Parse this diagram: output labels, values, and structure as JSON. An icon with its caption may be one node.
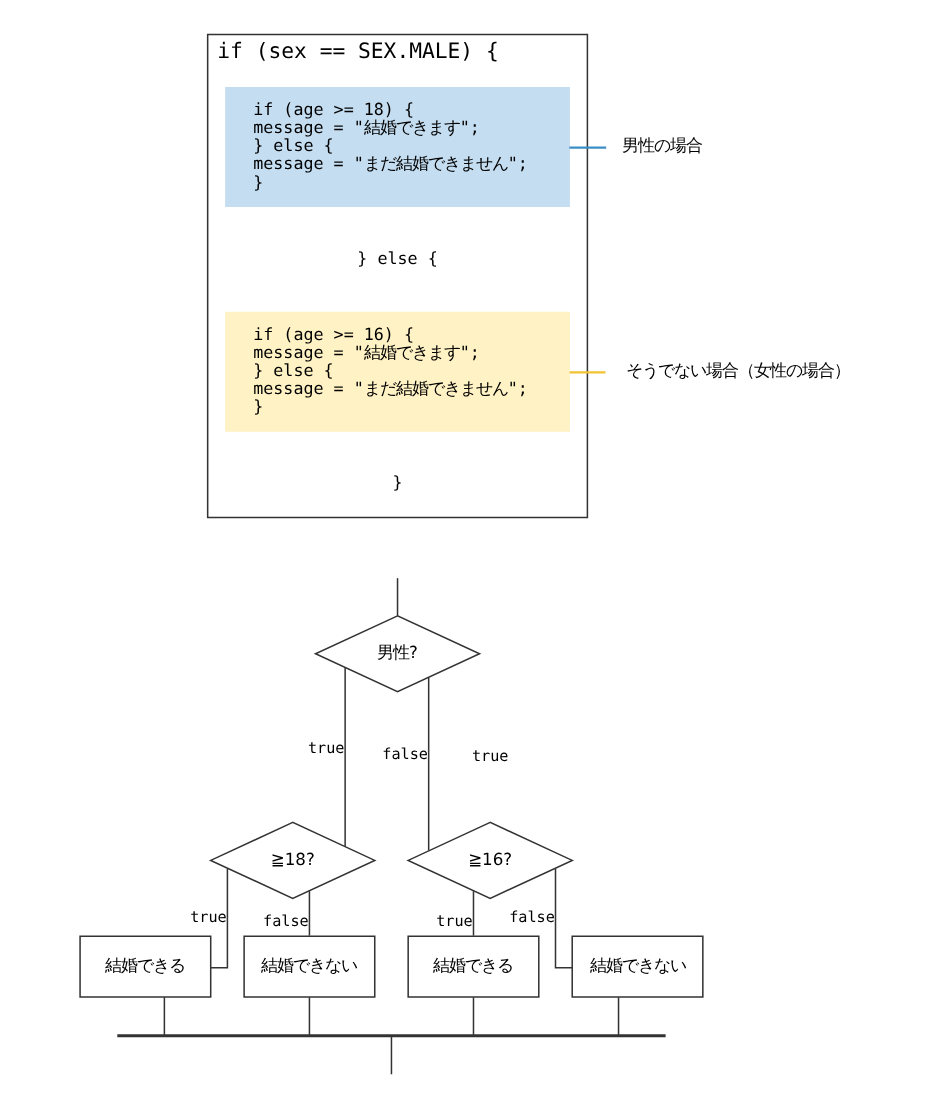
{
  "diagram": {
    "nodes": [
      {
        "text": [
          "if (sex == SEX.MALE) {",
          "} else {",
          "}"
        ]
      },
      {
        "text": [
          "if (age >= 18) {",
          "message = \"結婚できます\";",
          "} else {",
          "message = \"まだ結婚できません\";",
          "}"
        ],
        "in": 0
      },
      {
        "text": [
          "if (age >= 16) {",
          "message = \"結婚できます\";",
          "} else {",
          "message = \"まだ結婚できません\";",
          "}"
        ],
        "in": 0
      },
      {
        "text": [
          "男性の場合"
        ]
      },
      {
        "text": [
          "そうでない場合（女性の場合）"
        ]
      },
      {
        "text": [
          "男性?"
        ]
      },
      {
        "text": [
          "≧18?"
        ]
      },
      {
        "text": [
          "≧16?"
        ]
      },
      {
        "text": [
          "結婚できる"
        ]
      },
      {
        "text": [
          "結婚できない"
        ]
      },
      {
        "text": [
          "結婚できる"
        ]
      },
      {
        "text": [
          "結婚できない"
        ]
      },
      {
        "text": [],
        "shape": "bar"
      }
    ],
    "edges": [
      {
        "from": 3,
        "to": 1,
        "arrow": "none",
        "color": "#3b8fc6"
      },
      {
        "from": 4,
        "to": 2,
        "arrow": "none",
        "color": "#f2c230"
      },
      {
        "from": null,
        "to": 5,
        "arrow": "none"
      },
      {
        "from": 5,
        "to": 6,
        "arrow": "none",
        "label": "true"
      },
      {
        "from": 5,
        "to": 7,
        "arrow": "none",
        "label": "false"
      },
      {
        "from": 6,
        "to": 8,
        "arrow": "none",
        "label": "true"
      },
      {
        "from": 6,
        "to": 9,
        "arrow": "none",
        "label": "false"
      },
      {
        "from": 7,
        "to": 10,
        "arrow": "none",
        "label": "true"
      },
      {
        "from": 7,
        "to": 11,
        "arrow": "none",
        "label": "false"
      },
      {
        "from": 8,
        "to": 12,
        "arrow": "none"
      },
      {
        "from": 9,
        "to": 12,
        "arrow": "none"
      },
      {
        "from": 10,
        "to": 12,
        "arrow": "none"
      },
      {
        "from": 11,
        "to": 12,
        "arrow": "none"
      },
      {
        "from": 12,
        "to": null,
        "arrow": "none"
      }
    ],
    "labels": [
      "true"
    ]
  }
}
